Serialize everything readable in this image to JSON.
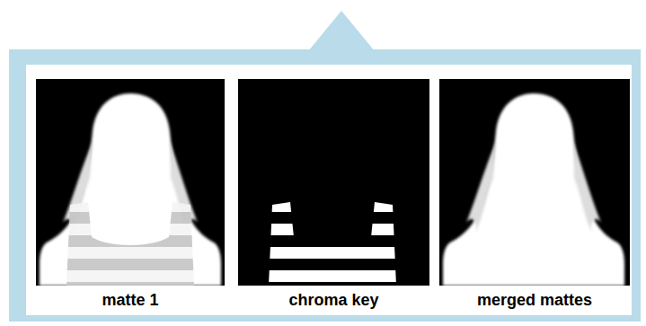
{
  "diagram": {
    "nodes": [
      {
        "text": [
          "matte 1"
        ]
      },
      {
        "text": [
          "chroma key"
        ]
      },
      {
        "text": [
          "merged mattes"
        ]
      }
    ]
  }
}
